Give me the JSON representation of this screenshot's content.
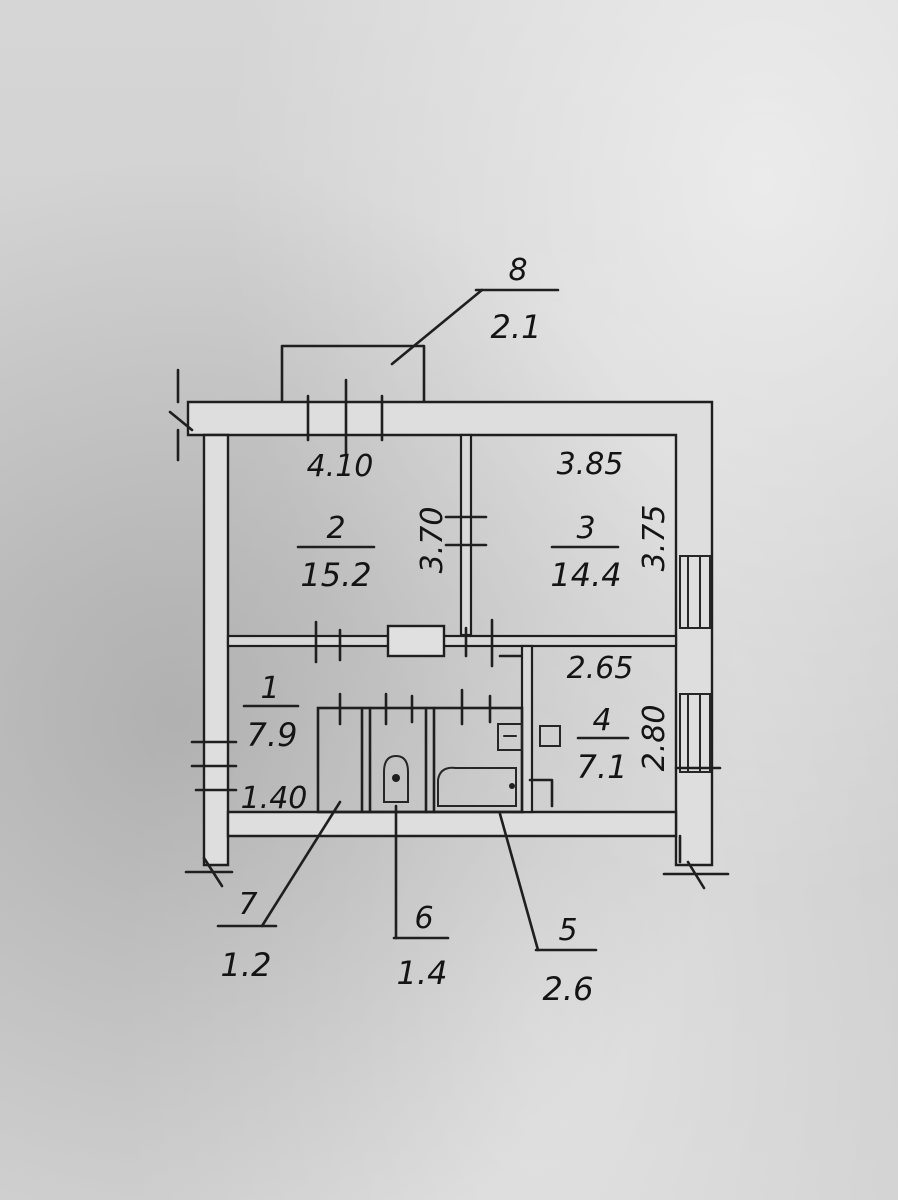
{
  "rooms": [
    {
      "number": "1",
      "area": "7.9"
    },
    {
      "number": "2",
      "area": "15.2"
    },
    {
      "number": "3",
      "area": "14.4"
    },
    {
      "number": "4",
      "area": "7.1"
    },
    {
      "number": "5",
      "area": "2.6"
    },
    {
      "number": "6",
      "area": "1.4"
    },
    {
      "number": "7",
      "area": "1.2"
    },
    {
      "number": "8",
      "area": "2.1"
    }
  ],
  "dimensions": {
    "room2_width": "4.10",
    "room2_depth": "3.70",
    "room3_width": "3.85",
    "room3_depth": "3.75",
    "room4_width": "2.65",
    "room4_depth": "2.80",
    "hall_width": "1.40"
  }
}
